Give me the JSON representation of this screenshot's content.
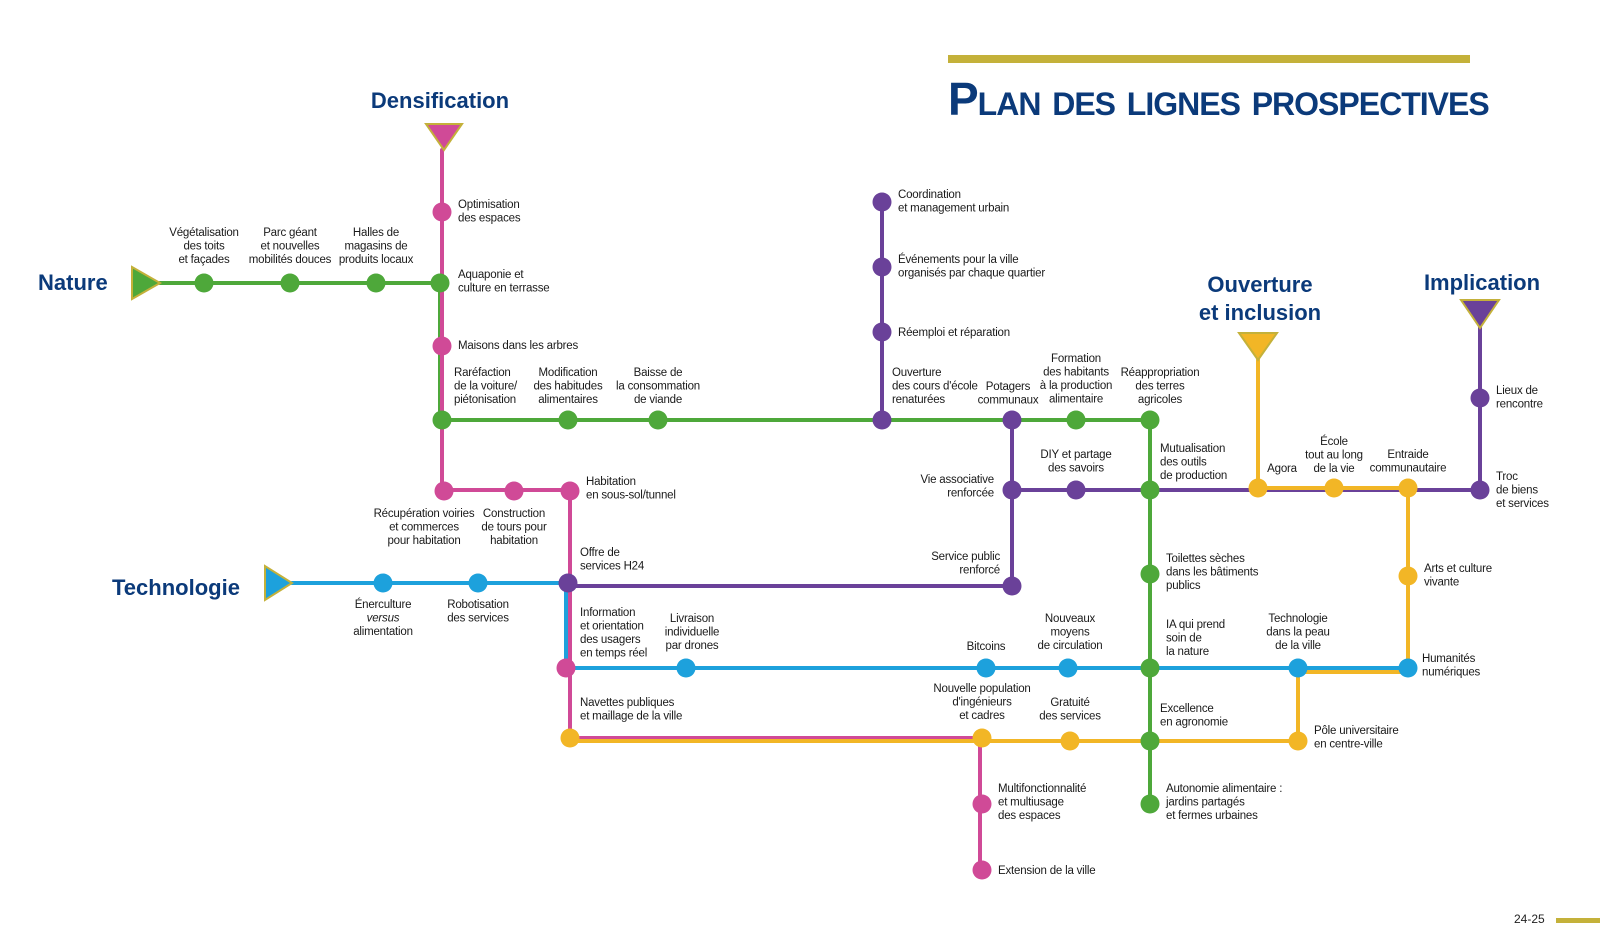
{
  "title": "Plan des lignes prospectives",
  "page_number": "24-25",
  "colors": {
    "nature": "#4ea83a",
    "densification": "#d04a97",
    "technologie": "#1da1dc",
    "implication": "#6a4199",
    "ouverture": "#f2b626",
    "title": "#0b3a7a",
    "accent": "#c4b13a"
  },
  "terminals": {
    "densification": "Densification",
    "nature": "Nature",
    "technologie": "Technologie",
    "ouverture": [
      "Ouverture",
      "et inclusion"
    ],
    "implication": "Implication"
  },
  "stations": {
    "vegetalisation": [
      "Végétalisation",
      "des toits",
      "et façades"
    ],
    "parc": [
      "Parc géant",
      "et nouvelles",
      "mobilités douces"
    ],
    "halles": [
      "Halles de",
      "magasins de",
      "produits locaux"
    ],
    "optimisation": [
      "Optimisation",
      "des espaces"
    ],
    "aquaponie": [
      "Aquaponie et",
      "culture en terrasse"
    ],
    "maisons": [
      "Maisons dans les arbres"
    ],
    "rarefaction": [
      "Raréfaction",
      "de la voiture/",
      "piétonisation"
    ],
    "modification": [
      "Modification",
      "des habitudes",
      "alimentaires"
    ],
    "baisse": [
      "Baisse de",
      "la consommation",
      "de viande"
    ],
    "recuperation": [
      "Récupération voiries",
      "et commerces",
      "pour habitation"
    ],
    "construction": [
      "Construction",
      "de tours pour",
      "habitation"
    ],
    "habitation": [
      "Habitation",
      "en sous-sol/tunnel"
    ],
    "enerculture": [
      "Énerculture",
      "versus",
      "alimentation"
    ],
    "robotisation": [
      "Robotisation",
      "des services"
    ],
    "offre": [
      "Offre de",
      "services H24"
    ],
    "information": [
      "Information",
      "et orientation",
      "des usagers",
      "en temps réel"
    ],
    "livraison": [
      "Livraison",
      "individuelle",
      "par drones"
    ],
    "navettes": [
      "Navettes publiques",
      "et maillage de la ville"
    ],
    "coordination": [
      "Coordination",
      "et management urbain"
    ],
    "evenements": [
      "Événements pour la ville",
      "organisés par chaque quartier"
    ],
    "reemploi": [
      "Réemploi et réparation"
    ],
    "ouverture_cours": [
      "Ouverture",
      "des cours d'école",
      "renaturées"
    ],
    "potagers": [
      "Potagers",
      "communaux"
    ],
    "formation": [
      "Formation",
      "des habitants",
      "à la production",
      "alimentaire"
    ],
    "reappropriation": [
      "Réappropriation",
      "des terres",
      "agricoles"
    ],
    "vie_associative": [
      "Vie associative",
      "renforcée"
    ],
    "diy": [
      "DIY et partage",
      "des savoirs"
    ],
    "mutualisation": [
      "Mutualisation",
      "des outils",
      "de production"
    ],
    "service_public": [
      "Service public",
      "renforcé"
    ],
    "agora": [
      "Agora"
    ],
    "ecole": [
      "École",
      "tout au long",
      "de la vie"
    ],
    "entraide": [
      "Entraide",
      "communautaire"
    ],
    "lieux": [
      "Lieux de",
      "rencontre"
    ],
    "troc": [
      "Troc",
      "de biens",
      "et services"
    ],
    "toilettes": [
      "Toilettes sèches",
      "dans les bâtiments",
      "publics"
    ],
    "arts": [
      "Arts et culture",
      "vivante"
    ],
    "bitcoins": [
      "Bitcoins"
    ],
    "nouveaux_moyens": [
      "Nouveaux",
      "moyens",
      "de circulation"
    ],
    "ia": [
      "IA qui prend",
      "soin de",
      "la nature"
    ],
    "technologie_peau": [
      "Technologie",
      "dans la peau",
      "de la ville"
    ],
    "humanites": [
      "Humanités",
      "numériques"
    ],
    "nouvelle_population": [
      "Nouvelle population",
      "d'ingénieurs",
      "et cadres"
    ],
    "gratuite": [
      "Gratuité",
      "des services"
    ],
    "excellence": [
      "Excellence",
      "en agronomie"
    ],
    "pole": [
      "Pôle universitaire",
      "en centre-ville"
    ],
    "multifonctionnalite": [
      "Multifonctionnalité",
      "et multiusage",
      "des espaces"
    ],
    "autonomie": [
      "Autonomie alimentaire :",
      "jardins partagés",
      "et fermes urbaines"
    ],
    "extension": [
      "Extension de la ville"
    ]
  }
}
